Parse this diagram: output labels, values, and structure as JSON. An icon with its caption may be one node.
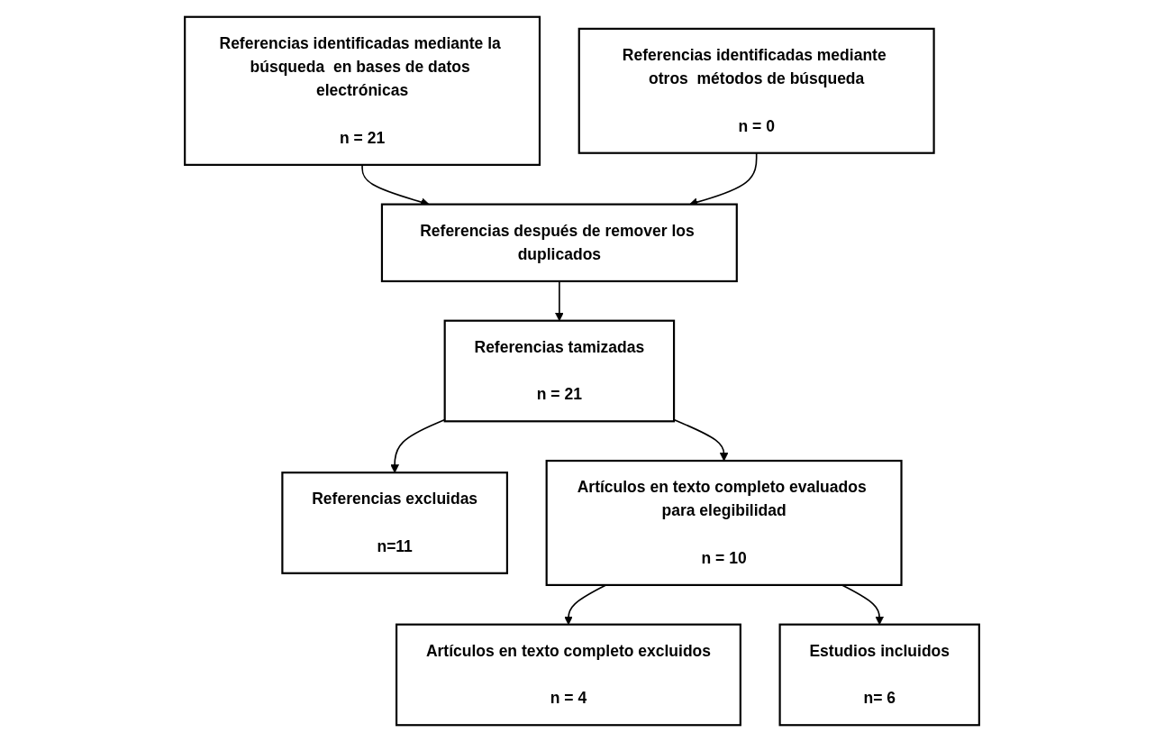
{
  "diagram": {
    "nodes": [
      {
        "text": [
          "Referencias identificadas mediante la búsqueda  en bases de datos electrónicas",
          "n = 21"
        ]
      },
      {
        "text": [
          "Referencias identificadas mediante otros  métodos de búsqueda",
          "n = 0"
        ]
      },
      {
        "text": [
          "Referencias después de remover los duplicados"
        ]
      },
      {
        "text": [
          "Referencias tamizadas",
          "n = 21"
        ]
      },
      {
        "text": [
          "Referencias excluidas",
          "n=11"
        ]
      },
      {
        "text": [
          "Artículos en texto completo evaluados para elegibilidad",
          "n = 10"
        ]
      },
      {
        "text": [
          "Artículos en texto completo excluidos",
          "n = 4"
        ]
      },
      {
        "text": [
          "Estudios incluidos",
          "n= 6"
        ]
      }
    ],
    "edges": [
      {
        "from": 0,
        "to": 2,
        "arrow": "to"
      },
      {
        "from": 1,
        "to": 2,
        "arrow": "to"
      },
      {
        "from": 2,
        "to": 3,
        "arrow": "to"
      },
      {
        "from": 3,
        "to": 4,
        "arrow": "to"
      },
      {
        "from": 3,
        "to": 5,
        "arrow": "to"
      },
      {
        "from": 5,
        "to": 6,
        "arrow": "to"
      },
      {
        "from": 5,
        "to": 7,
        "arrow": "to"
      }
    ]
  }
}
